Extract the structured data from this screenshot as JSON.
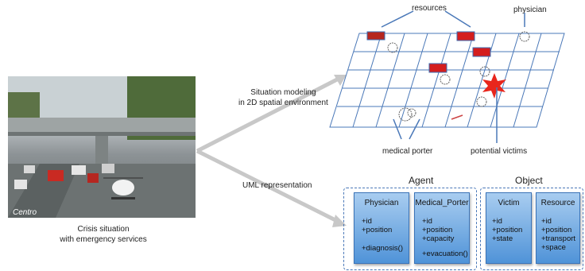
{
  "photo": {
    "watermark": "Centro"
  },
  "captions": {
    "photo_line1": "Crisis situation",
    "photo_line2": "with emergency services",
    "arrow_top_line1": "Situation modeling",
    "arrow_top_line2": "in 2D spatial environment",
    "arrow_bottom": "UML representation"
  },
  "grid_labels": {
    "resources": "resources",
    "physician": "physician",
    "medical_porter": "medical porter",
    "potential_victims": "potential victims"
  },
  "uml": {
    "agent_title": "Agent",
    "object_title": "Object",
    "physician": {
      "name": "Physician",
      "attrs": [
        "+id",
        "+position"
      ],
      "ops": [
        "+diagnosis()"
      ]
    },
    "medical_porter": {
      "name": "Medical_Porter",
      "attrs": [
        "+id",
        "+position",
        "+capacity"
      ],
      "ops": [
        "+evacuation()"
      ]
    },
    "victim": {
      "name": "Victim",
      "attrs": [
        "+id",
        "+position",
        "+state"
      ]
    },
    "resource": {
      "name": "Resource",
      "attrs": [
        "+id",
        "+position",
        "+transport",
        "+space"
      ]
    }
  },
  "colors": {
    "grid": "#4a78b8",
    "uml_fill": "#6aa6e0",
    "arrow": "#c8c8c8",
    "alert": "#e8261c"
  }
}
